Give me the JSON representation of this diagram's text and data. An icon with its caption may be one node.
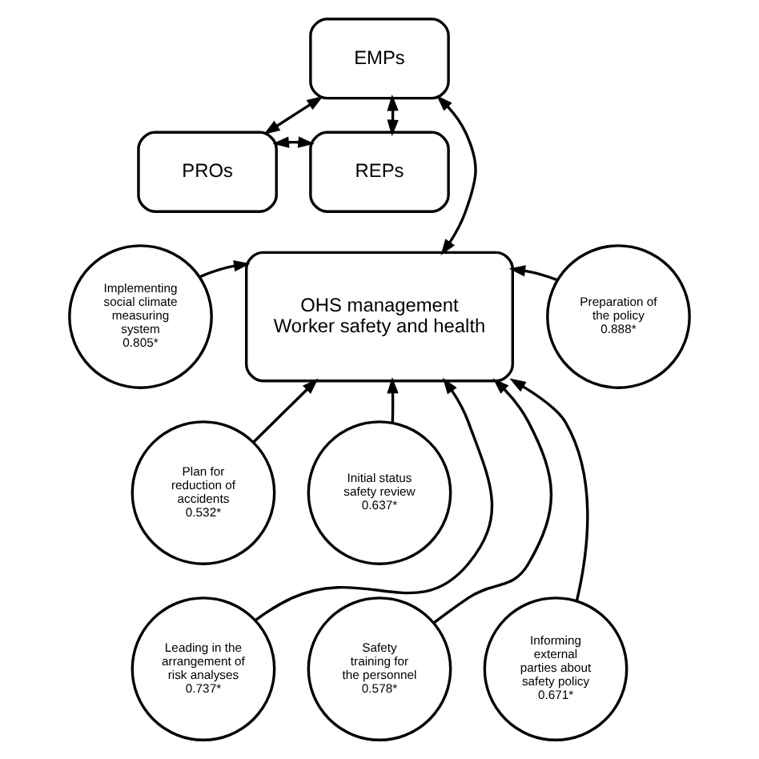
{
  "diagram": {
    "nodes": [
      {
        "text": [
          "EMPs"
        ]
      },
      {
        "text": [
          "PROs"
        ]
      },
      {
        "text": [
          "REPs"
        ]
      },
      {
        "text": [
          "Implementing social climate measuring system",
          "0.805*"
        ]
      },
      {
        "text": [
          "Preparation of the policy",
          "0.888*"
        ]
      },
      {
        "text": [
          "OHS management",
          "Worker safety and health"
        ]
      },
      {
        "text": [
          "Plan for reduction of accidents",
          "0.532*"
        ]
      },
      {
        "text": [
          "Initial status safety review",
          "0.637*"
        ]
      },
      {
        "text": [
          "Leading in the arrangement of risk analyses",
          "0.737*"
        ]
      },
      {
        "text": [
          "Safety training for the personnel",
          "0.578*"
        ]
      },
      {
        "text": [
          "Informing external parties about safety policy",
          "0.671*"
        ]
      }
    ],
    "edges": [
      {
        "from": 0,
        "to": 1,
        "arrow": "both"
      },
      {
        "from": 0,
        "to": 2,
        "arrow": "both"
      },
      {
        "from": 1,
        "to": 2,
        "arrow": "both"
      },
      {
        "from": 0,
        "to": 5,
        "arrow": "both"
      },
      {
        "from": 3,
        "to": 5,
        "arrow": "to"
      },
      {
        "from": 4,
        "to": 5,
        "arrow": "to"
      },
      {
        "from": 6,
        "to": 5,
        "arrow": "to"
      },
      {
        "from": 7,
        "to": 5,
        "arrow": "to"
      },
      {
        "from": 8,
        "to": 5,
        "arrow": "to"
      },
      {
        "from": 9,
        "to": 5,
        "arrow": "to"
      },
      {
        "from": 10,
        "to": 5,
        "arrow": "to"
      }
    ]
  }
}
